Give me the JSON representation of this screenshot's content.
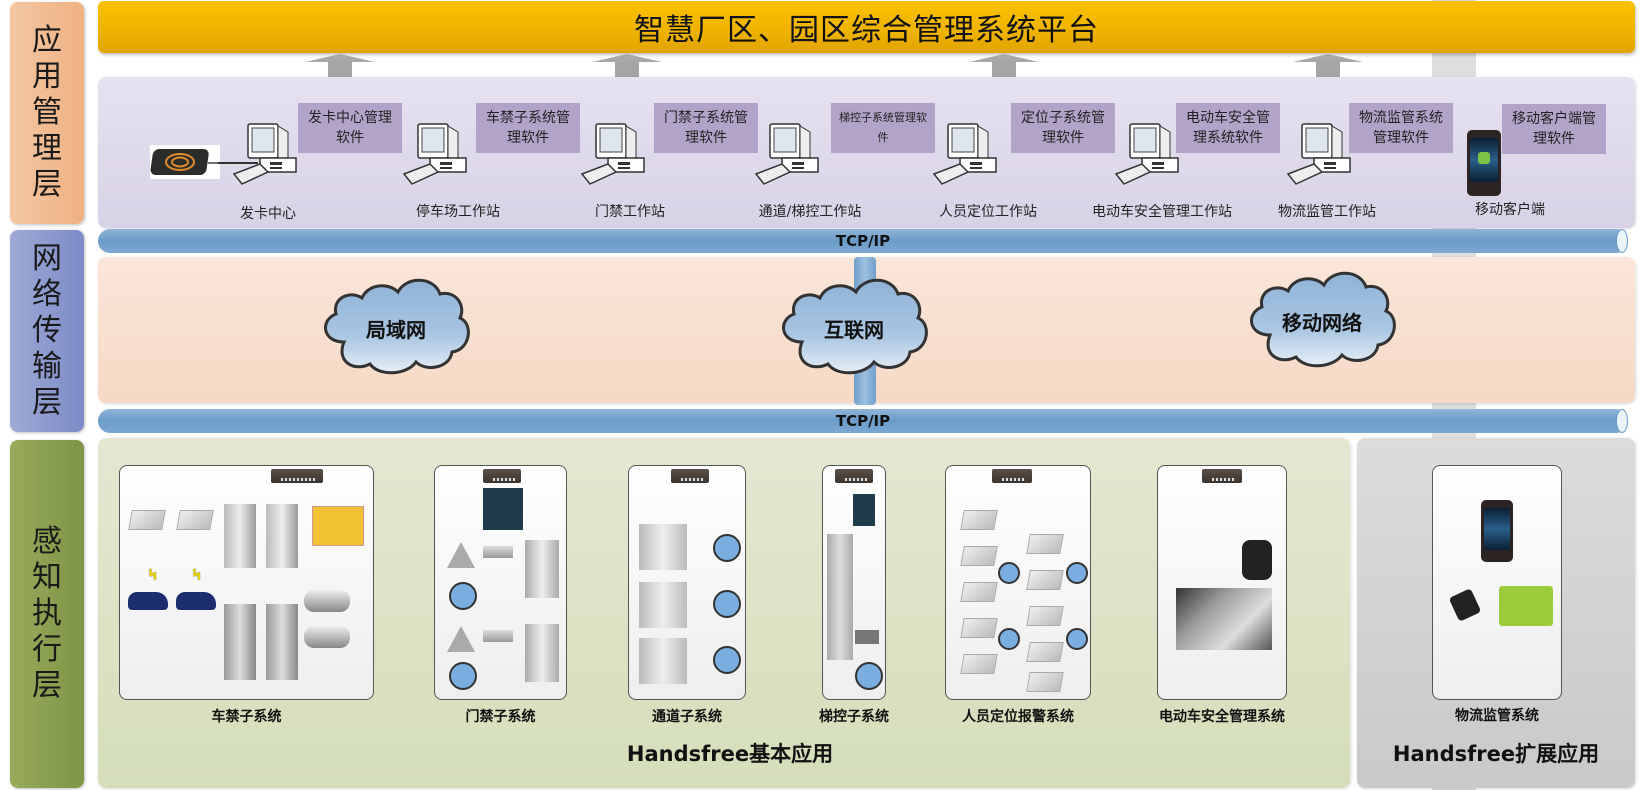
{
  "title": "智慧厂区、园区综合管理系统平台",
  "layers": {
    "application": "应用管理层",
    "network": "网络传输层",
    "sensing": "感知执行层"
  },
  "application_layer": {
    "software_boxes": [
      "发卡中心管理软件",
      "车禁子系统管理软件",
      "门禁子系统管理软件",
      "梯控子系统管理软件",
      "定位子系统管理软件",
      "电动车安全管理系统软件",
      "物流监管系统管理软件",
      "移动客户端管理软件"
    ],
    "workstations": [
      "发卡中心",
      "停车场工作站",
      "门禁工作站",
      "通道/梯控工作站",
      "人员定位工作站",
      "电动车安全管理工作站",
      "物流监管工作站",
      "移动客户端"
    ]
  },
  "protocol_label": "TCP/IP",
  "network_layer": {
    "clouds": [
      "局域网",
      "互联网",
      "移动网络"
    ]
  },
  "sensing_layer": {
    "basic_group_label": "Handsfree基本应用",
    "extended_group_label": "Handsfree扩展应用",
    "subsystems": [
      "车禁子系统",
      "门禁子系统",
      "通道子系统",
      "梯控子系统",
      "人员定位报警系统",
      "电动车安全管理系统",
      "物流监管系统"
    ]
  },
  "colors": {
    "title_bar": "#f5b800",
    "app_layer": "#efb183",
    "net_layer": "#7c8bc7",
    "sense_layer": "#7f9447",
    "pipe": "#6b9cc9",
    "software_box": "#b2a4c9"
  }
}
